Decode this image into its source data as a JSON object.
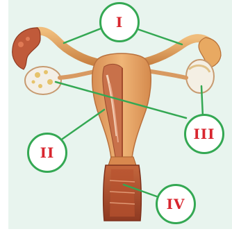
{
  "labels": {
    "one": "I",
    "two": "II",
    "three": "III",
    "four": "IV"
  },
  "colors": {
    "panel_background": "#e8f4ee",
    "leader_line": "#34a853",
    "label_text": "#d8262f",
    "tissue": "#e3a363",
    "tissue_dark": "#b86a3a",
    "cavity": "#c96f48",
    "vagina_inner": "#a8432a"
  }
}
